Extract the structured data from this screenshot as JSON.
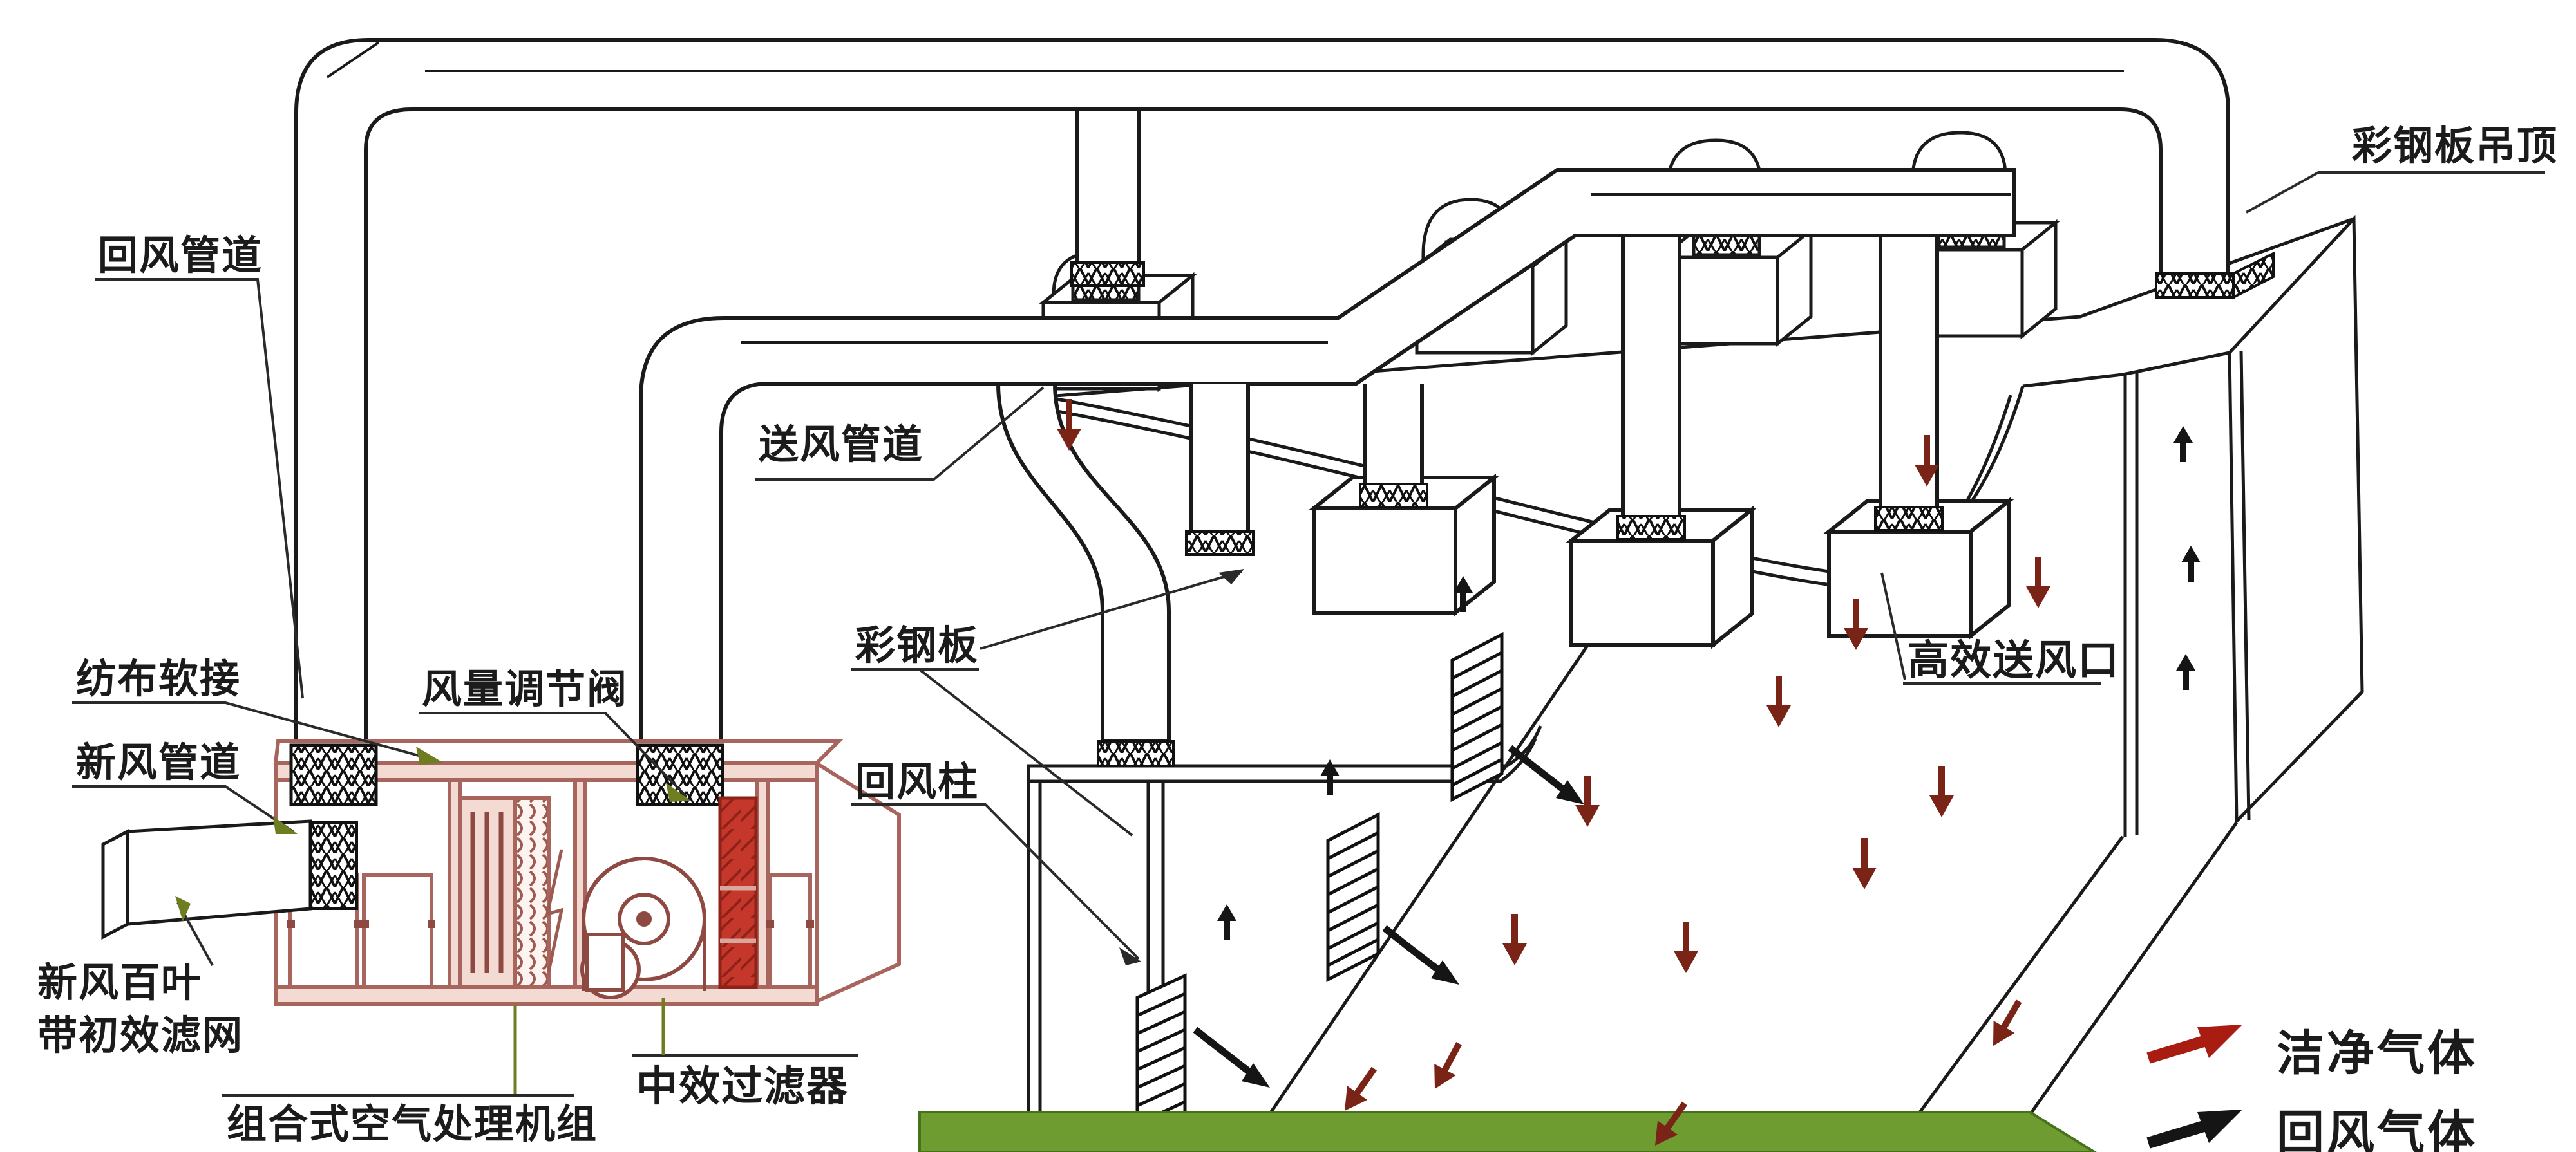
{
  "diagram": {
    "type": "cleanroom-hvac-airflow-schematic",
    "labels": {
      "return_duct": "回风管道",
      "supply_duct": "送风管道",
      "steel_panel_ceiling": "彩钢板吊顶",
      "fabric_flex_joint": "纺布软接",
      "fresh_air_duct": "新风管道",
      "volume_damper": "风量调节阀",
      "fresh_air_louver_line1": "新风百叶",
      "fresh_air_louver_line2": "带初效滤网",
      "ahu_unit": "组合式空气处理机组",
      "medium_filter": "中效过滤器",
      "steel_panel": "彩钢板",
      "return_column": "回风柱",
      "hepa_outlet": "高效送风口"
    },
    "legend": {
      "clean_air": "洁净气体",
      "return_air": "回风气体"
    },
    "colors": {
      "line_black": "#1a1a1a",
      "ahu_line": "#a8655d",
      "ahu_dark": "#8e2218",
      "ahu_panel_tint": "#f3dbd3",
      "medium_filter_red": "#c5372a",
      "floor_green": "#6f9c30",
      "floor_green_edge": "#47711b",
      "clean_air_arrow": "#7a2418",
      "return_air_arrow": "#151515",
      "leader_olive": "#6e7d1f",
      "legend_red_arrow": "#a81c12"
    }
  }
}
